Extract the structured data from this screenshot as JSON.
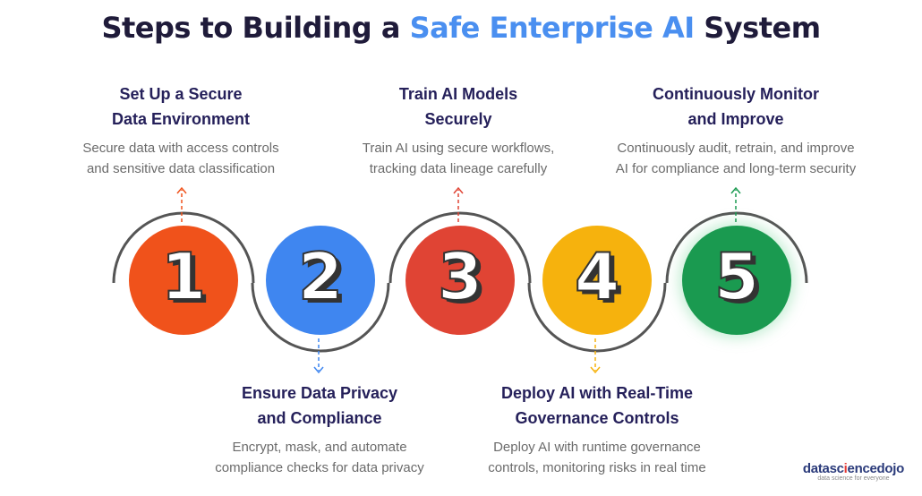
{
  "title": {
    "prefix": "Steps to Building a ",
    "highlight": "Safe Enterprise AI",
    "suffix": " System"
  },
  "colors": {
    "step1": "#f0521b",
    "step2": "#3f86f0",
    "step3": "#e04434",
    "step4": "#f6b20d",
    "step5": "#1a9a50",
    "ring": "#555555",
    "title_dark": "#1f1b3a",
    "title_accent": "#4a8ff0"
  },
  "steps": [
    {
      "number": "1",
      "title_line1": "Set Up a Secure",
      "title_line2": "Data Environment",
      "desc_line1": "Secure data with access controls",
      "desc_line2": "and sensitive data classification"
    },
    {
      "number": "2",
      "title_line1": "Ensure Data Privacy",
      "title_line2": "and Compliance",
      "desc_line1": "Encrypt, mask, and automate",
      "desc_line2": "compliance checks for data privacy"
    },
    {
      "number": "3",
      "title_line1": "Train AI Models",
      "title_line2": "Securely",
      "desc_line1": "Train AI using secure workflows,",
      "desc_line2": "tracking data lineage carefully"
    },
    {
      "number": "4",
      "title_line1": "Deploy AI with Real-Time",
      "title_line2": "Governance Controls",
      "desc_line1": "Deploy AI with runtime governance",
      "desc_line2": "controls, monitoring risks in real time"
    },
    {
      "number": "5",
      "title_line1": "Continuously Monitor",
      "title_line2": "and Improve",
      "desc_line1": "Continuously audit, retrain, and improve",
      "desc_line2": "AI for compliance and long-term security"
    }
  ],
  "logo": {
    "part1": "data",
    "part2": "sc",
    "part3": "i",
    "part4": "encedojo",
    "tagline": "data science for everyone"
  }
}
